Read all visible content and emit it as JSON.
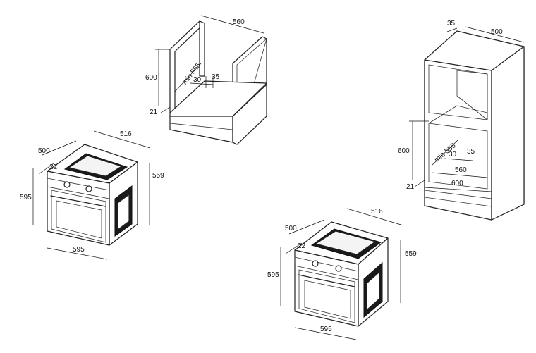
{
  "cabinet_left": {
    "width": "560",
    "height": "600",
    "min_height": "min.555",
    "gap_a": "30",
    "gap_b": "35",
    "base": "21"
  },
  "cabinet_right": {
    "top_offset": "35",
    "top_depth": "500",
    "height": "600",
    "min_height": "min.555",
    "gap_a": "30",
    "gap_b": "35",
    "inner_width": "560",
    "outer_width": "600",
    "base": "21"
  },
  "oven_left": {
    "width_top": "516",
    "depth": "500",
    "front_offset": "22",
    "height_front": "595",
    "height_side": "559",
    "width_front": "595"
  },
  "oven_right": {
    "width_top": "516",
    "depth": "500",
    "front_offset": "22",
    "height_front": "595",
    "height_side": "559",
    "width_front": "595"
  }
}
